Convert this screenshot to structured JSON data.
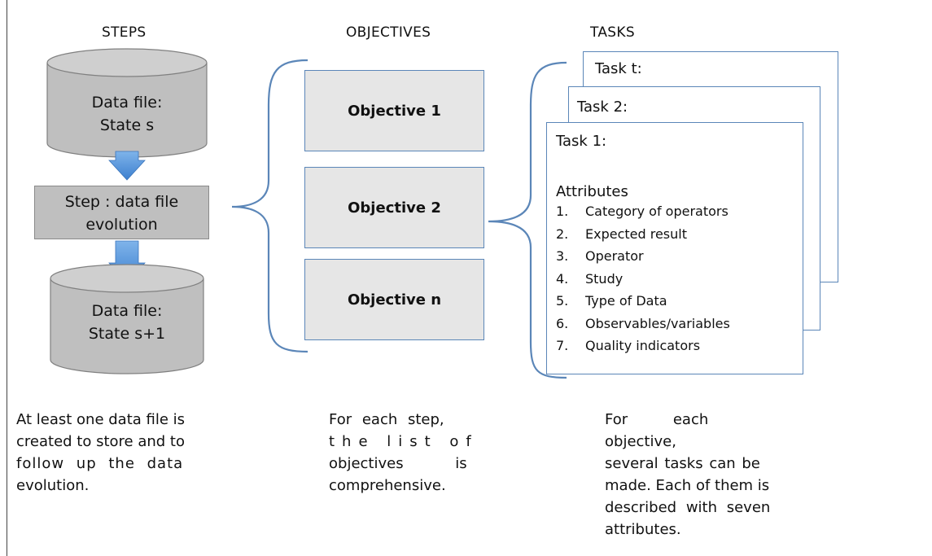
{
  "headers": {
    "steps": "STEPS",
    "objectives": "OBJECTIVES",
    "tasks": "TASKS"
  },
  "steps": {
    "top_file": [
      "Data file:",
      "State s"
    ],
    "step": [
      "Step : data file",
      "evolution"
    ],
    "bottom_file": [
      "Data file:",
      "State s+1"
    ]
  },
  "objectives": [
    "Objective 1",
    "Objective 2",
    "Objective n"
  ],
  "tasks": {
    "cards": [
      "Task t:",
      "Task 2:",
      "Task 1:"
    ],
    "attributes_title": "Attributes",
    "attributes": [
      {
        "num": "1.",
        "label": "Category of operators"
      },
      {
        "num": "2.",
        "label": "Expected result"
      },
      {
        "num": "3.",
        "label": "Operator"
      },
      {
        "num": "4.",
        "label": "Study"
      },
      {
        "num": "5.",
        "label": "Type of Data"
      },
      {
        "num": "6.",
        "label": "Observables/variables"
      },
      {
        "num": "7.",
        "label": "Quality indicators"
      }
    ]
  },
  "notes": {
    "steps": [
      "At least one data file is",
      "created to store and to",
      "follow up the data",
      "evolution."
    ],
    "objectives": [
      "For each step,",
      "the list of",
      "objectives is",
      "comprehensive."
    ],
    "tasks": [
      "For each objective,",
      "several tasks can be",
      "made. Each of them is",
      "described with seven",
      "attributes."
    ]
  },
  "colors": {
    "cylinder_fill": "#bfbfbf",
    "cylinder_stroke": "#808080",
    "arrow": "#4a90d9",
    "brace": "#5b86b8",
    "objective_fill": "#e6e6e6"
  }
}
